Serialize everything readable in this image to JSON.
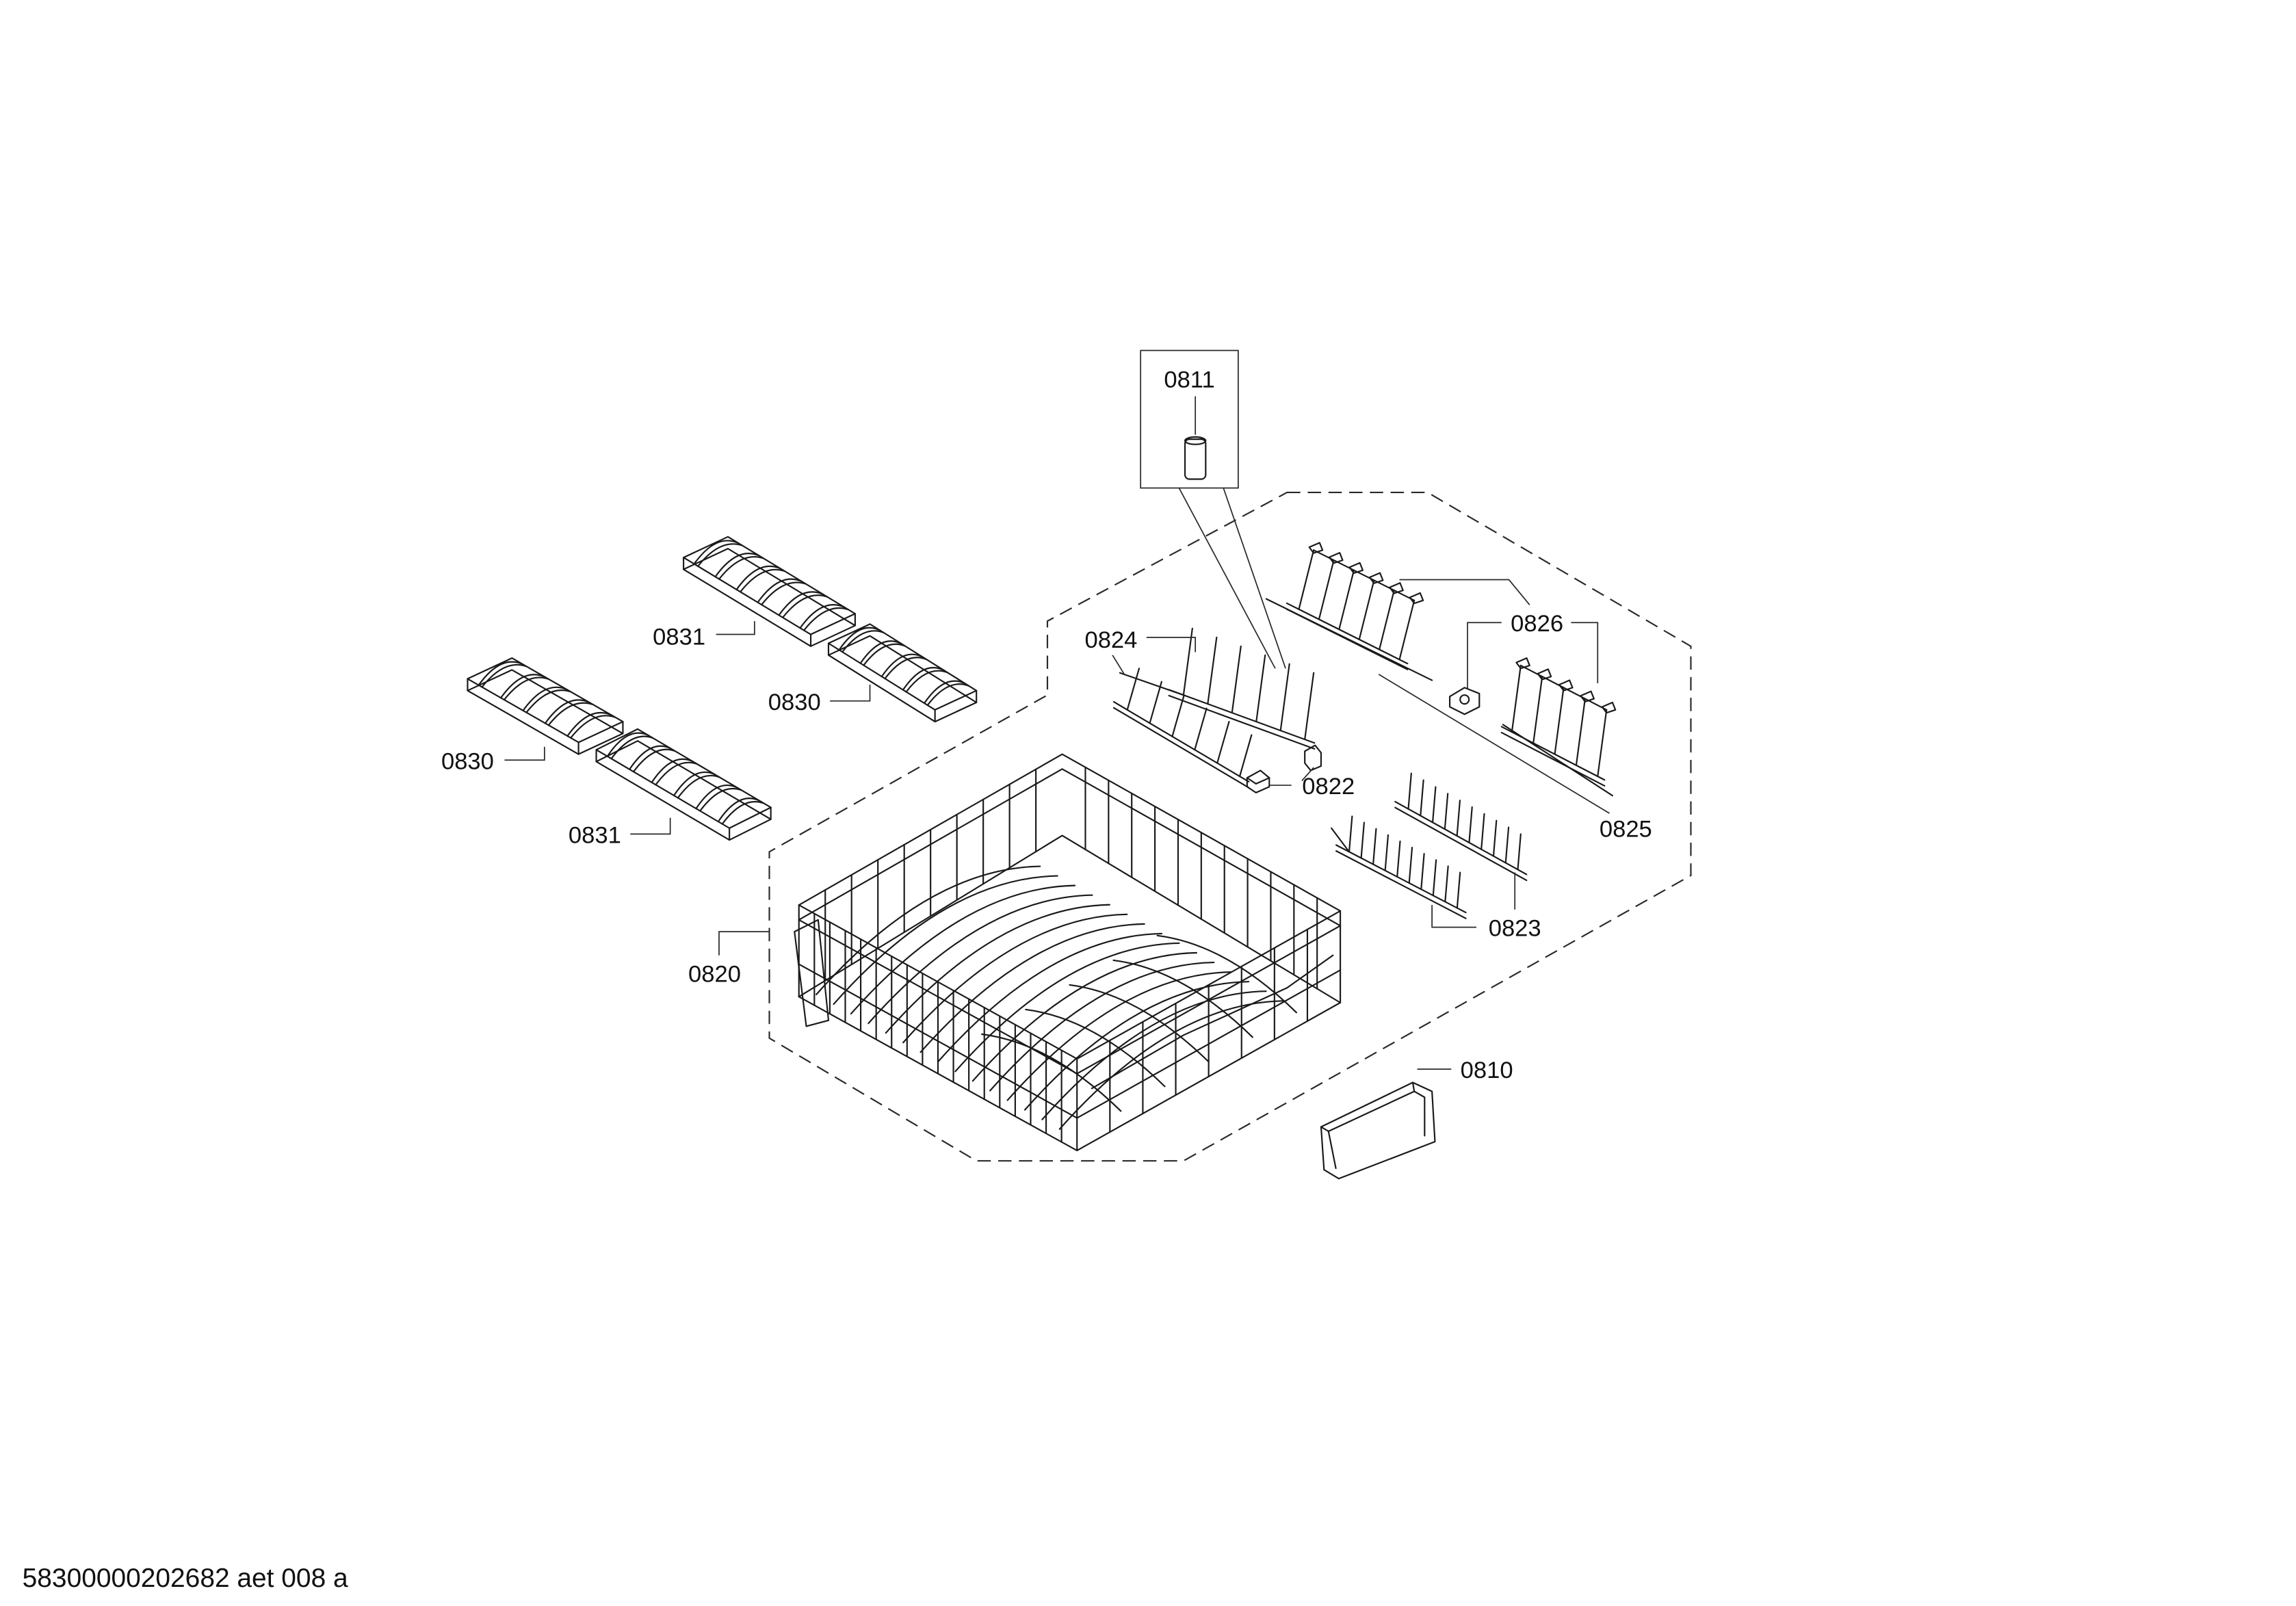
{
  "callouts": [
    "0811",
    "0831",
    "0830",
    "0824",
    "0826",
    "0830",
    "0831",
    "0822",
    "0825",
    "0820",
    "0823",
    "0810"
  ],
  "footer": {
    "drawing_id": "58300000202682 aet 008 a"
  }
}
